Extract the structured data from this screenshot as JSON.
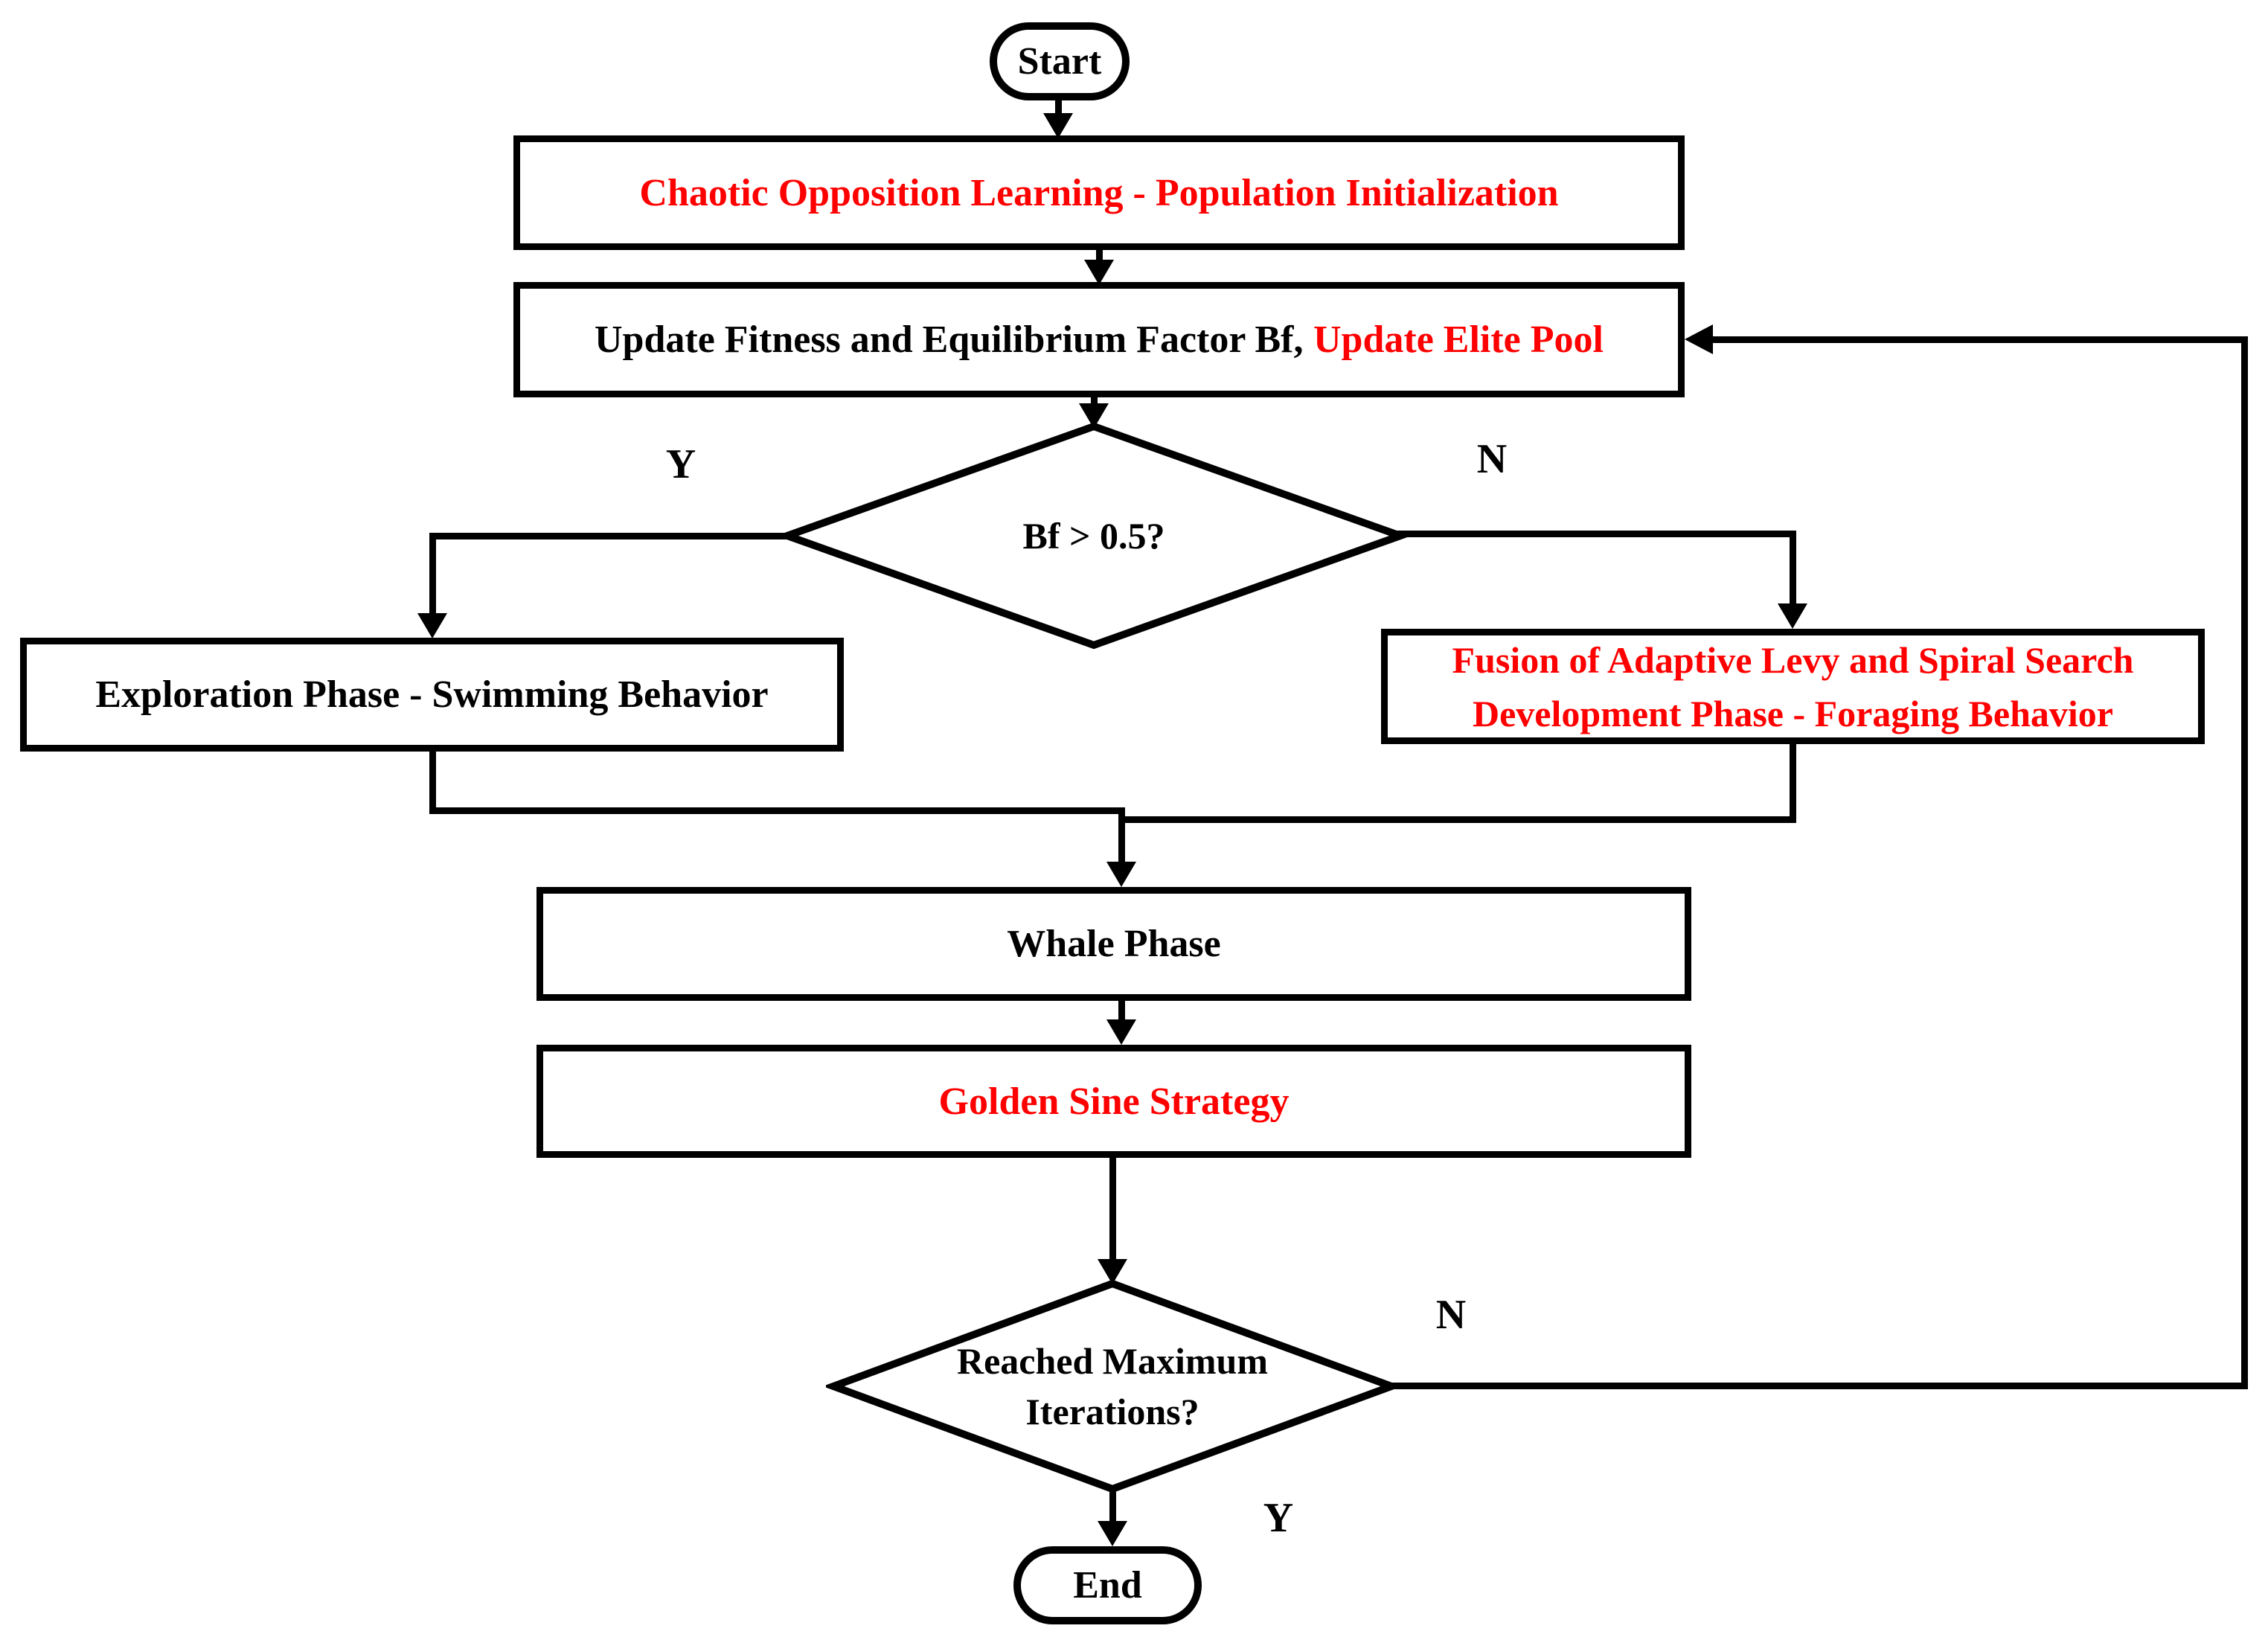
{
  "figure": {
    "type": "flowchart",
    "background": "#ffffff",
    "line_color": "#000000",
    "highlight_color": "#ff0000",
    "text_color": "#000000"
  },
  "nodes": {
    "start": {
      "label": "Start"
    },
    "population_init": {
      "label": "Chaotic Opposition Learning - Population Initialization"
    },
    "update_fitness": {
      "label_black": "Update Fitness and Equilibrium Factor Bf,",
      "label_red": "Update Elite Pool"
    },
    "bf_decision": {
      "label": "Bf > 0.5?"
    },
    "exploration": {
      "label": "Exploration Phase - Swimming Behavior"
    },
    "fusion": {
      "label_line1": "Fusion of Adaptive Levy and Spiral Search",
      "label_line2": "Development Phase - Foraging Behavior"
    },
    "whale": {
      "label": "Whale Phase"
    },
    "golden_sine": {
      "label": "Golden Sine Strategy"
    },
    "max_iter_decision": {
      "label_line1": "Reached Maximum",
      "label_line2": "Iterations?"
    },
    "end": {
      "label": "End"
    }
  },
  "edges": {
    "bf_yes": "Y",
    "bf_no": "N",
    "iter_no": "N",
    "iter_yes": "Y"
  }
}
